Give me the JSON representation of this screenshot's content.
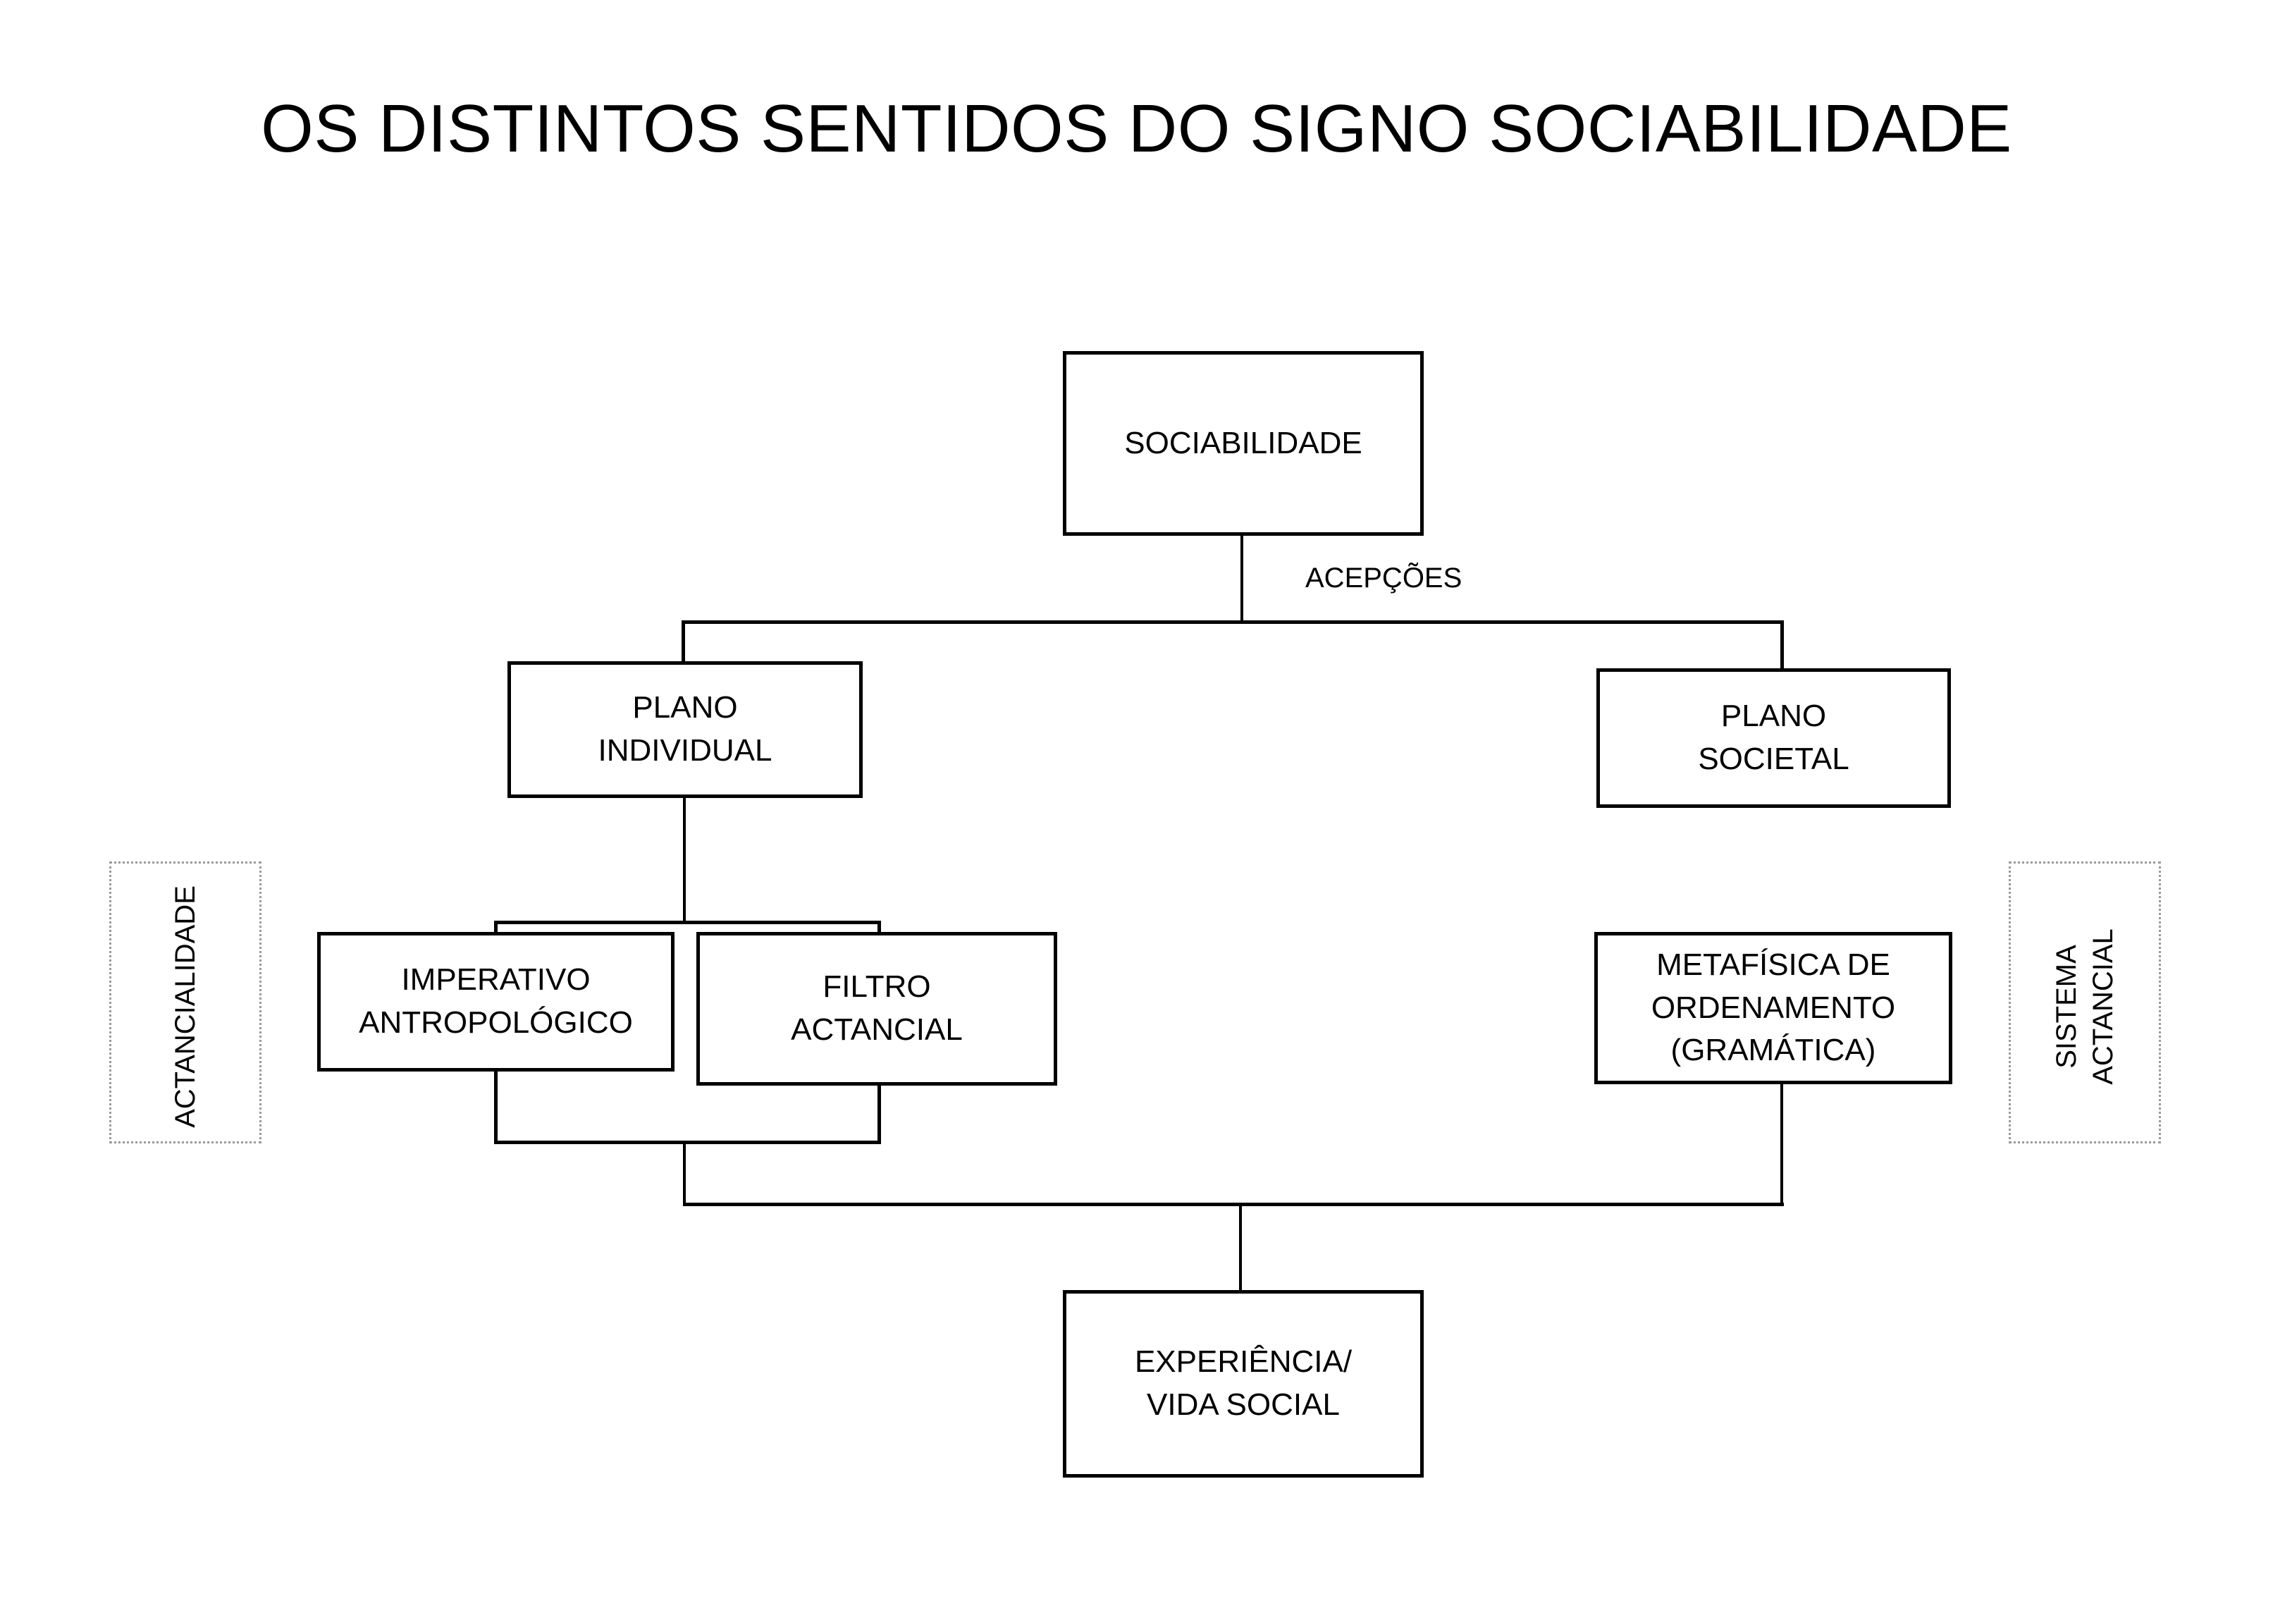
{
  "page": {
    "title": "OS DISTINTOS SENTIDOS DO SIGNO SOCIABILIDADE",
    "background_color": "#FFFFFF",
    "line_color": "#000000",
    "text_color": "#000000",
    "group_border_color": "#9A9A9A"
  },
  "nodes": {
    "root": {
      "label": "SOCIABILIDADE"
    },
    "plano_individual": {
      "label": "PLANO\nINDIVIDUAL"
    },
    "plano_societal": {
      "label": "PLANO\nSOCIETAL"
    },
    "imperativo": {
      "label": "IMPERATIVO\nANTROPOLÓGICO"
    },
    "filtro": {
      "label": "FILTRO\nACTANCIAL"
    },
    "metafisica": {
      "label": "METAFÍSICA DE\nORDENAMENTO\n(GRAMÁTICA)"
    },
    "experiencia": {
      "label": "EXPERIÊNCIA/\nVIDA SOCIAL"
    }
  },
  "edge_labels": {
    "acepcoes": "ACEPÇÕES"
  },
  "groups": {
    "left": {
      "label": "ACTANCIALIDADE"
    },
    "right": {
      "label": "SISTEMA\nACTANCIAL"
    }
  }
}
